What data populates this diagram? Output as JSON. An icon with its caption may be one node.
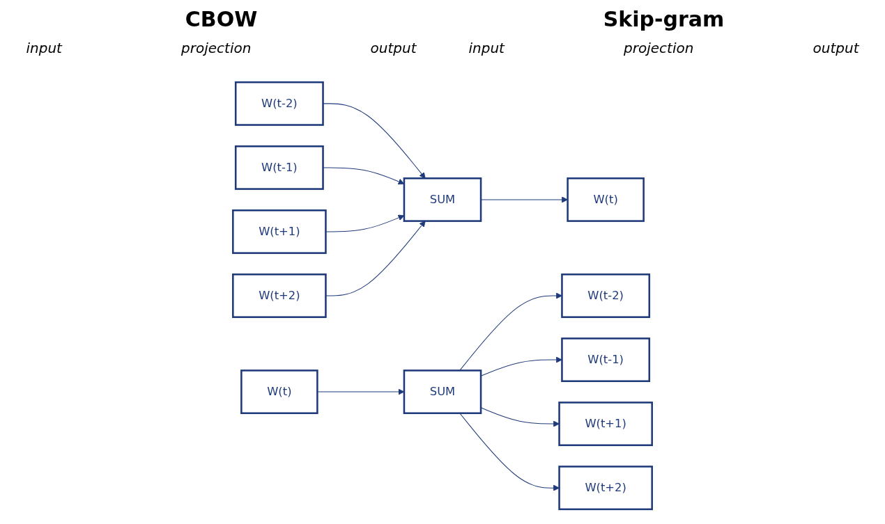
{
  "diagram": {
    "nodes": [
      {
        "text": [
          "W(t-2)"
        ]
      },
      {
        "text": [
          "W(t-1)"
        ]
      },
      {
        "text": [
          "W(t+1)"
        ]
      },
      {
        "text": [
          "W(t+2)"
        ]
      },
      {
        "text": [
          "SUM"
        ]
      },
      {
        "text": [
          "W(t)"
        ]
      },
      {
        "text": [
          "W(t)"
        ]
      },
      {
        "text": [
          "SUM"
        ]
      },
      {
        "text": [
          "W(t-2)"
        ]
      },
      {
        "text": [
          "W(t-1)"
        ]
      },
      {
        "text": [
          "W(t+1)"
        ]
      },
      {
        "text": [
          "W(t+2)"
        ]
      }
    ],
    "edges": [
      {
        "from": 0,
        "to": 4,
        "arrow": "to"
      },
      {
        "from": 1,
        "to": 4,
        "arrow": "to"
      },
      {
        "from": 2,
        "to": 4,
        "arrow": "to"
      },
      {
        "from": 3,
        "to": 4,
        "arrow": "to"
      },
      {
        "from": 4,
        "to": 5,
        "arrow": "to"
      },
      {
        "from": 6,
        "to": 7,
        "arrow": "to"
      },
      {
        "from": 7,
        "to": 8,
        "arrow": "to"
      },
      {
        "from": 7,
        "to": 9,
        "arrow": "to"
      },
      {
        "from": 7,
        "to": 10,
        "arrow": "to"
      },
      {
        "from": 7,
        "to": 11,
        "arrow": "to"
      }
    ],
    "labels": [
      "CBOW",
      "Skip-gram",
      "input",
      "projection",
      "output",
      "input",
      "projection",
      "output"
    ]
  }
}
